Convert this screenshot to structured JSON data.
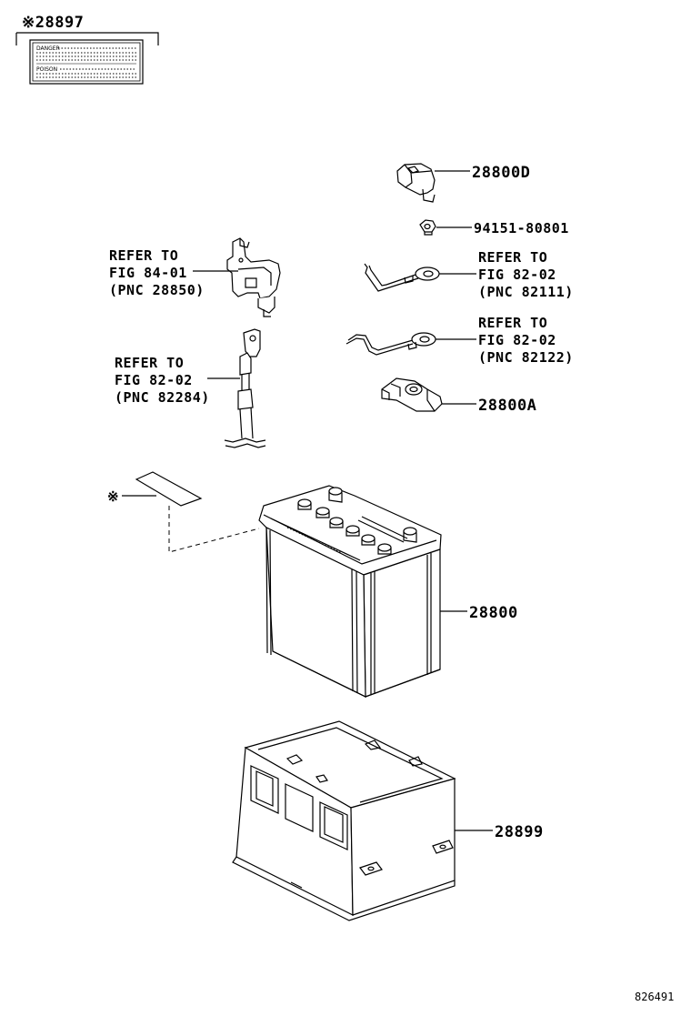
{
  "header_part": "※28897",
  "warning_label": {
    "danger": "DANGER",
    "poison": "POISON"
  },
  "parts": {
    "terminal_cover": "28800D",
    "nut": "94151-80801",
    "battery": "28800",
    "battery_tray_cover": "28899",
    "terminal_clamp": "28800A"
  },
  "refs": {
    "ref_1": {
      "line1": "REFER TO",
      "line2": "FIG 84-01",
      "line3": "(PNC 28850)"
    },
    "ref_2": {
      "line1": "REFER TO",
      "line2": "FIG 82-02",
      "line3": "(PNC 82111)"
    },
    "ref_3": {
      "line1": "REFER TO",
      "line2": "FIG 82-02",
      "line3": "(PNC 82122)"
    },
    "ref_4": {
      "line1": "REFER TO",
      "line2": "FIG 82-02",
      "line3": "(PNC 82284)"
    }
  },
  "label_marker": "※",
  "diagram_id": "826491"
}
